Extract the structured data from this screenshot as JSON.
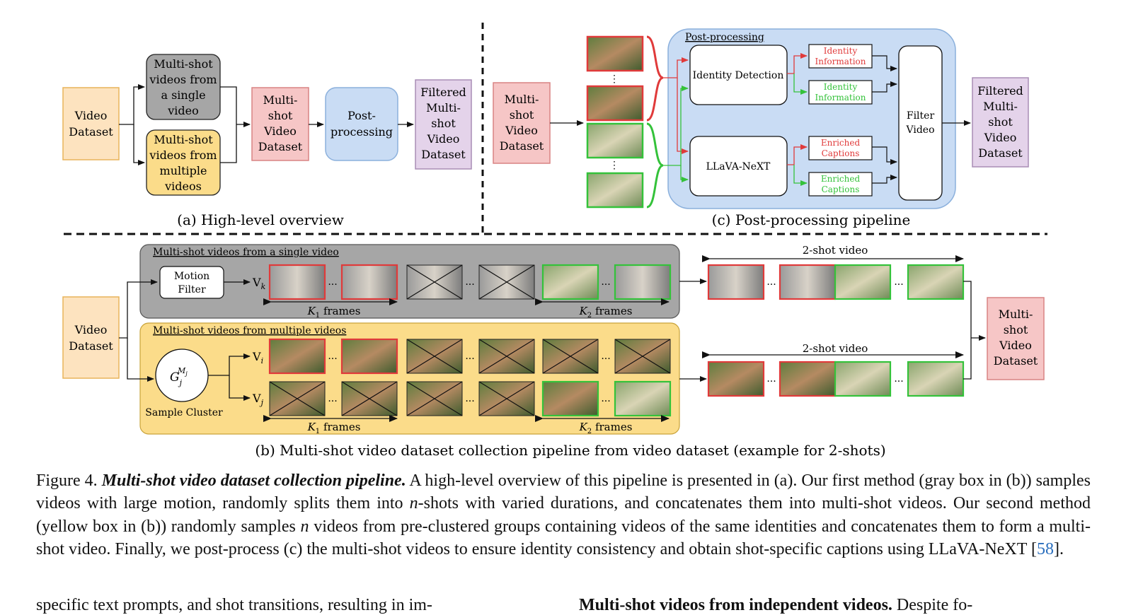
{
  "panel_a": {
    "label": "(a) High-level overview",
    "video_dataset": [
      "Video",
      "Dataset"
    ],
    "single": [
      "Multi-shot",
      "videos from",
      "a single",
      "video"
    ],
    "multiple": [
      "Multi-shot",
      "videos from",
      "multiple",
      "videos"
    ],
    "multishot_dataset": [
      "Multi-",
      "shot",
      "Video",
      "Dataset"
    ],
    "postprocessing": [
      "Post-",
      "processing"
    ],
    "filtered": [
      "Filtered",
      "Multi-",
      "shot",
      "Video",
      "Dataset"
    ]
  },
  "panel_c": {
    "label": "(c) Post-processing pipeline",
    "title": "Post-processing",
    "input_dataset": [
      "Multi-",
      "shot",
      "Video",
      "Dataset"
    ],
    "identity_detection": "Identity Detection",
    "llava": "LLaVA-NeXT",
    "identity_info_red": [
      "Identity",
      "Information"
    ],
    "identity_info_green": [
      "Identity",
      "Information"
    ],
    "captions_red": [
      "Enriched",
      "Captions"
    ],
    "captions_green": [
      "Enriched",
      "Captions"
    ],
    "filter_video": [
      "Filter",
      "Video"
    ],
    "output": [
      "Filtered",
      "Multi-",
      "shot",
      "Video",
      "Dataset"
    ]
  },
  "panel_b": {
    "label": "(b) Multi-shot video dataset collection pipeline from video dataset (example for 2-shots)",
    "video_dataset": [
      "Video",
      "Dataset"
    ],
    "single_title": "Multi-shot videos from a single video",
    "multiple_title": "Multi-shot videos from multiple videos",
    "motion_filter": [
      "Motion",
      "Filter"
    ],
    "vk": "V",
    "vk_sub": "k",
    "vi": "V",
    "vi_sub": "i",
    "vj": "V",
    "vj_sub": "j",
    "cluster_g": "G",
    "cluster_sub": "j",
    "cluster_sup": "M",
    "cluster_sup_sub": "j",
    "sample_cluster": "Sample Cluster",
    "k1_frames": "frames",
    "k1": "K",
    "k1_sub": "1",
    "k2_frames": "frames",
    "k2": "K",
    "k2_sub": "2",
    "two_shot_top": "2-shot video",
    "two_shot_bottom": "2-shot video",
    "ellipsis": "...",
    "output": [
      "Multi-",
      "shot",
      "Video",
      "Dataset"
    ]
  },
  "caption": {
    "lead": "Figure 4.",
    "title": "Multi-shot video dataset collection pipeline.",
    "text1": " A high-level overview of this pipeline is presented in (a). Our first method (gray box in (b)) samples videos with large motion, randomly splits them into ",
    "n1": "n",
    "text2": "-shots with varied durations, and concatenates them into multi-shot videos. Our second method (yellow box in (b)) randomly samples ",
    "n2": "n",
    "text3": " videos from pre-clustered groups containing videos of the same identities and concatenates them to form a multi-shot video. Finally, we post-process (c) the multi-shot videos to ensure identity consistency and obtain shot-specific captions using LLaVA-NeXT [",
    "ref": "58",
    "text4": "]."
  },
  "cutoff": {
    "left": "specific text prompts, and shot transitions, resulting in im-",
    "right_bold": "Multi-shot videos from independent videos.",
    "right_rest": " Despite fo-"
  },
  "colors": {
    "orange_fill": "#fde3bf",
    "orange_stroke": "#e8b45a",
    "gray_fill": "#a6a6a6",
    "yellow_fill": "#fbdc8a",
    "pink_fill": "#f6c6c6",
    "pink_stroke": "#d88484",
    "blue_fill": "#c9dcf4",
    "blue_stroke": "#8bb0dc",
    "purple_fill": "#e4d3ea",
    "purple_stroke": "#a98db5",
    "red": "#e03a3a",
    "green": "#34c23a"
  }
}
